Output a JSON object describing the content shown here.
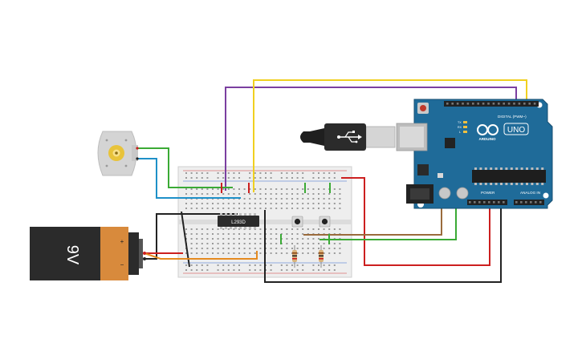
{
  "battery": {
    "label": "9V",
    "plus": "+",
    "minus": "−"
  },
  "chip": {
    "label": "L293D"
  },
  "arduino": {
    "brand": "UNO",
    "logo_text": "ARDUINO",
    "digital_header": "DIGITAL (PWM~)",
    "power_header": "POWER",
    "analog_header": "ANALOG IN",
    "led_labels": [
      "TX",
      "RX",
      "L"
    ]
  },
  "colors": {
    "purple": "#7b3fa0",
    "yellow": "#f0d020",
    "red": "#cc1f1f",
    "green": "#3aaa35",
    "blue": "#1e90c8",
    "orange": "#e58a1f",
    "black": "#222222",
    "brown": "#9a6b3c",
    "arduino_board": "#1f6b99",
    "breadboard": "#eeeeee"
  }
}
